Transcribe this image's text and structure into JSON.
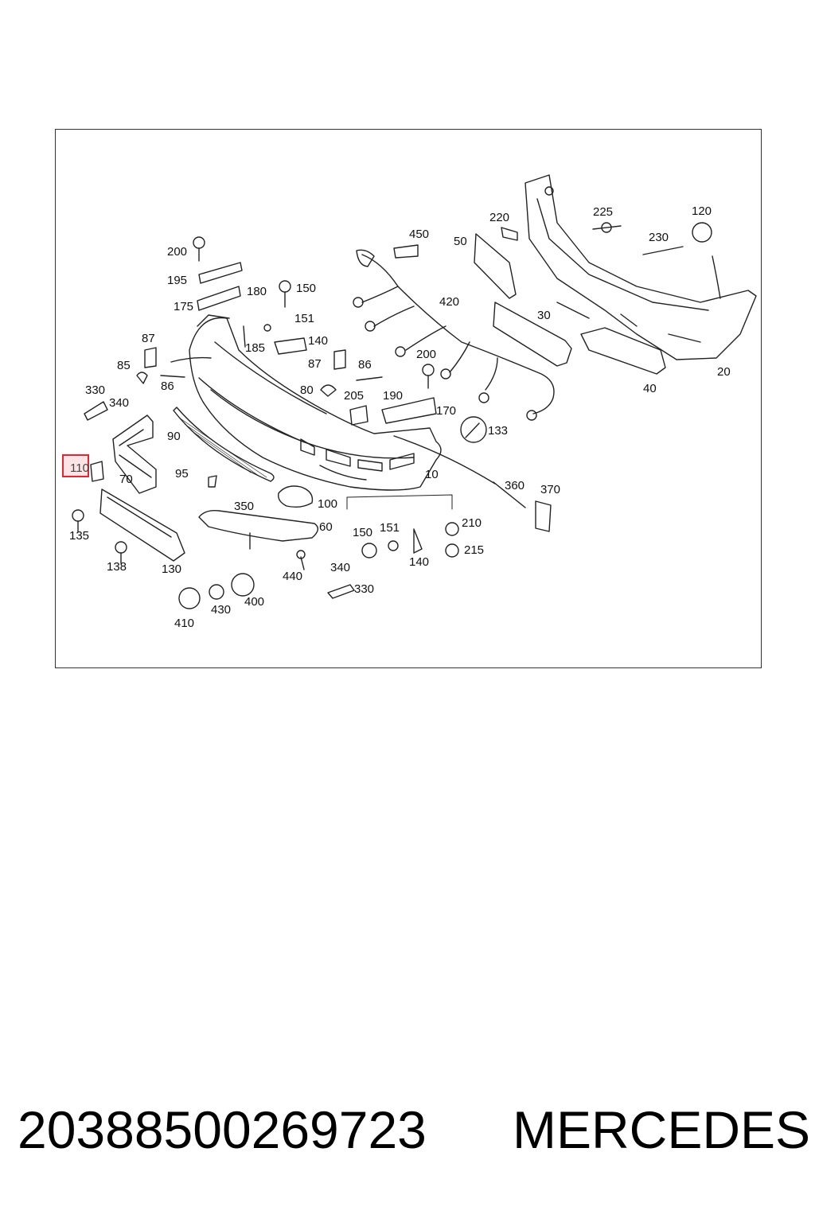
{
  "diagram": {
    "highlighted_part": "110",
    "labels": {
      "p200a": "200",
      "p195": "195",
      "p175": "175",
      "p180": "180",
      "p150a": "150",
      "p151a": "151",
      "p185": "185",
      "p140a": "140",
      "p87a": "87",
      "p85": "85",
      "p86a": "86",
      "p87b": "87",
      "p86b": "86",
      "p80": "80",
      "p205": "205",
      "p190": "190",
      "p170": "170",
      "p330a": "330",
      "p340a": "340",
      "p90": "90",
      "p110": "110",
      "p70": "70",
      "p95": "95",
      "p135": "135",
      "p138": "138",
      "p130": "130",
      "p350": "350",
      "p60": "60",
      "p100": "100",
      "p10": "10",
      "p450": "450",
      "p420": "420",
      "p200b": "200",
      "p133": "133",
      "p360": "360",
      "p370": "370",
      "p220": "220",
      "p50": "50",
      "p30": "30",
      "p225": "225",
      "p230": "230",
      "p120": "120",
      "p40": "40",
      "p20": "20",
      "p150b": "150",
      "p151b": "151",
      "p140b": "140",
      "p210": "210",
      "p215": "215",
      "p440": "440",
      "p340b": "340",
      "p330b": "330",
      "p400": "400",
      "p430": "430",
      "p410": "410"
    }
  },
  "footer": {
    "part_number": "20388500269723",
    "brand": "MERCEDES"
  },
  "colors": {
    "highlight": "#e4252f",
    "line": "#222222"
  }
}
